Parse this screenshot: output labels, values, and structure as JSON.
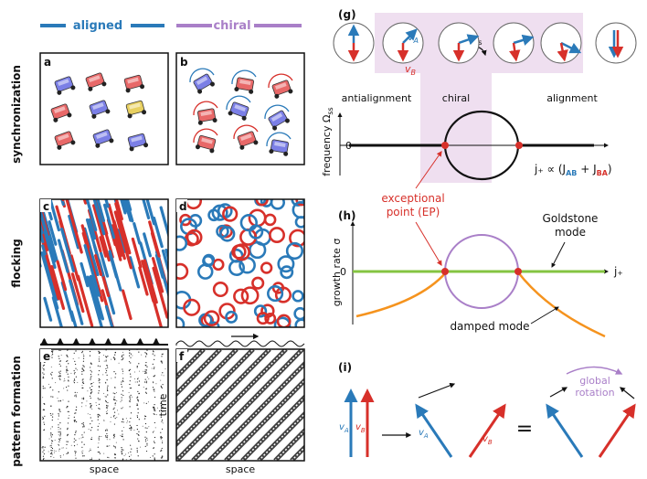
{
  "columns": {
    "aligned": "aligned",
    "chiral": "chiral"
  },
  "rows": {
    "sync": "synchronization",
    "flock": "flocking",
    "pattern": "pattern formation"
  },
  "panel_letters": {
    "a": "a",
    "b": "b",
    "c": "c",
    "d": "d",
    "e": "e",
    "f": "f",
    "g": "(g)",
    "h": "(h)",
    "i": "(i)"
  },
  "axis_labels": {
    "space_e": "space",
    "space_f": "space",
    "time": "time"
  },
  "g": {
    "omega_ss": "Ω",
    "omega_sub": "ss",
    "vA": "v",
    "vA_sub": "A",
    "vB": "v",
    "vB_sub": "B",
    "regions": [
      "antialignment",
      "chiral",
      "alignment"
    ],
    "ylabel": "frequency Ω",
    "ylabel_sub": "ss",
    "zero": "0",
    "xlabel": "j₊ ∝ (J",
    "xlabel_AB": "AB",
    "xlabel_plus": " + J",
    "xlabel_BA": "BA",
    "xlabel_close": ")"
  },
  "h": {
    "ylabel": "growth rate σ",
    "zero": "0",
    "xlabel": "j₊",
    "ep_line1": "exceptional",
    "ep_line2": "point (EP)",
    "goldstone_line1": "Goldstone",
    "goldstone_line2": "mode",
    "damped": "damped mode"
  },
  "i": {
    "vA": "v",
    "vA_sub": "A",
    "vB": "v",
    "vB_sub": "B",
    "equals": "=",
    "global_line1": "global",
    "global_line2": "rotation"
  },
  "colors": {
    "blue": "#2a7ab9",
    "red": "#d7302a",
    "purple": "#a97fc8",
    "lightpurple": "#efdff0",
    "green": "#84c442",
    "orange": "#f5931e"
  }
}
